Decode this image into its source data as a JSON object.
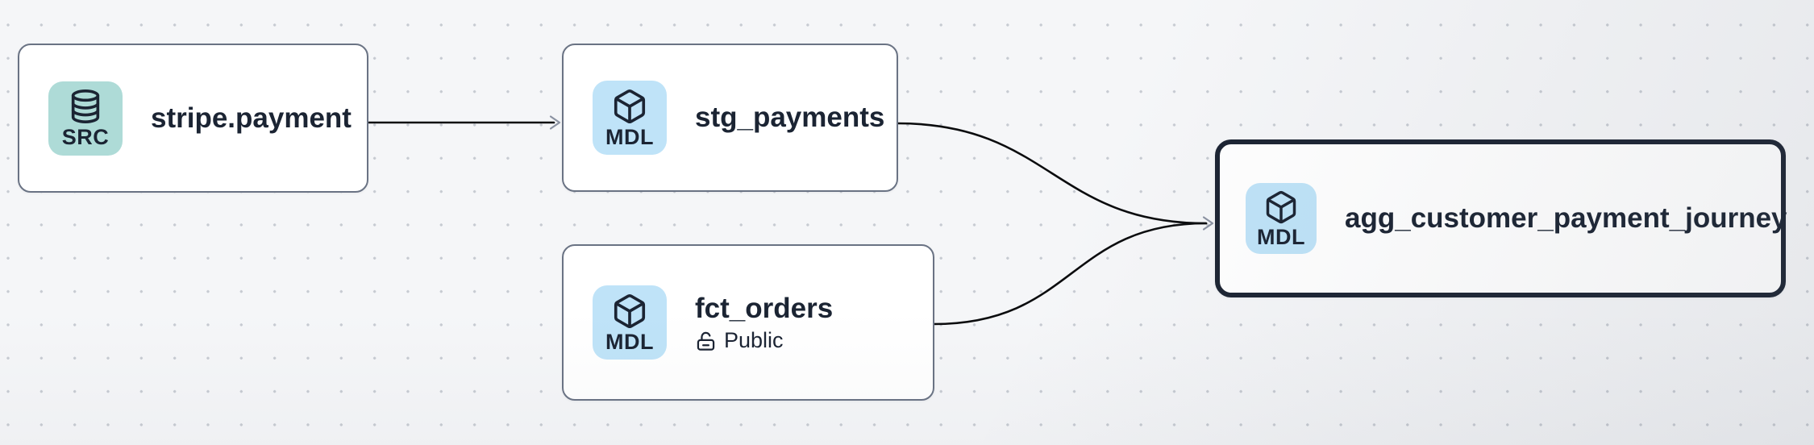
{
  "canvas": {
    "background": "#f5f6f8",
    "dot_color": "#c7cbd2"
  },
  "palette": {
    "node_background": "#ffffff",
    "node_border": "#6a7384",
    "selected_node_border": "#1c2433",
    "edge_color": "#0b0c0e",
    "arrowhead_color": "#8b92a2",
    "text_color": "#1b2433",
    "source_badge_background": "#aedbd7",
    "model_badge_background": "#bfe3f8"
  },
  "nodes": [
    {
      "id": "stripe.payment",
      "label": "stripe.payment",
      "badge_label": "SRC",
      "badge_icon": "database-icon",
      "type": "source",
      "selected": false
    },
    {
      "id": "stg_payments",
      "label": "stg_payments",
      "badge_label": "MDL",
      "badge_icon": "box-icon",
      "type": "model",
      "selected": false
    },
    {
      "id": "fct_orders",
      "label": "fct_orders",
      "badge_label": "MDL",
      "badge_icon": "box-icon",
      "type": "model",
      "access": "Public",
      "access_icon": "unlock-icon",
      "selected": false
    },
    {
      "id": "agg_customer_payment_journey",
      "label": "agg_customer_payment_journey",
      "badge_label": "MDL",
      "badge_icon": "box-icon",
      "type": "model",
      "selected": true
    }
  ],
  "edges": [
    {
      "from": "stripe.payment",
      "to": "stg_payments"
    },
    {
      "from": "stg_payments",
      "to": "agg_customer_payment_journey"
    },
    {
      "from": "fct_orders",
      "to": "agg_customer_payment_journey"
    }
  ]
}
